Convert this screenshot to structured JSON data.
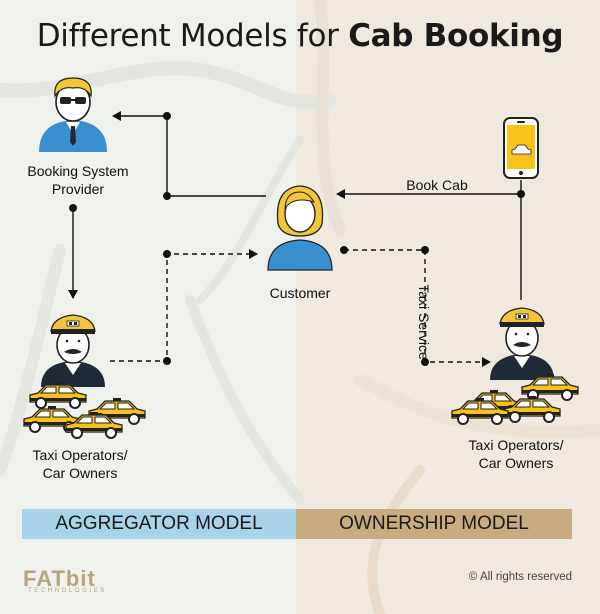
{
  "title": {
    "prefix": "Different Models for",
    "bold": "Cab Booking"
  },
  "nodes": {
    "booking_provider": {
      "line1": "Booking System",
      "line2": "Provider"
    },
    "customer": "Customer",
    "operators_left": {
      "line1": "Taxi Operators/",
      "line2": "Car Owners"
    },
    "operators_right": {
      "line1": "Taxi Operators/",
      "line2": "Car Owners"
    }
  },
  "edges": {
    "book_cab": "Book Cab",
    "taxi_service": "Taxi Service"
  },
  "models": {
    "aggregator": "AGGREGATOR MODEL",
    "ownership": "OWNERSHIP MODEL"
  },
  "footer": {
    "logo": "FATbit",
    "logo_sub": "TECHNOLOGIES",
    "rights": "© All rights reserved"
  },
  "colors": {
    "aggregator_band": "#a8d3ea",
    "ownership_band": "#c8ab7e",
    "person_blue": "#3a8fd0",
    "taxi_yellow": "#f7c21c",
    "hair": "#f3c53a"
  }
}
